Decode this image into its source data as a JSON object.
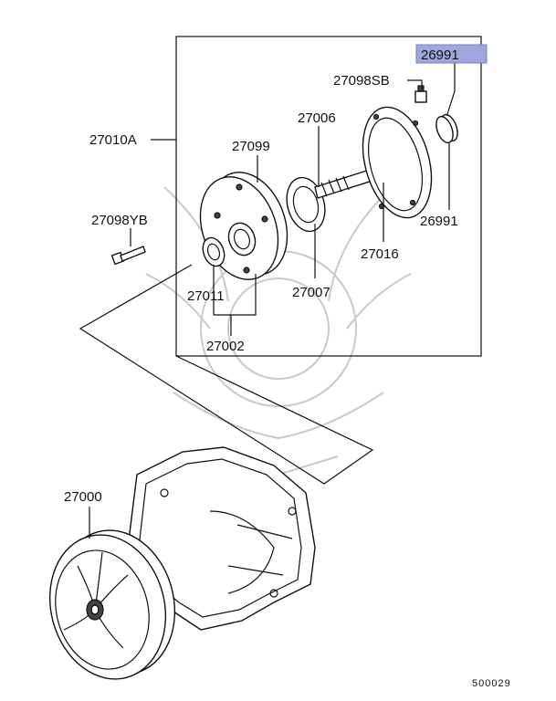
{
  "callouts": {
    "c26991_top": "26991",
    "c27098SB": "27098SB",
    "c27010A": "27010A",
    "c27006": "27006",
    "c27099": "27099",
    "c27098YB": "27098YB",
    "c26991_side": "26991",
    "c27016": "27016",
    "c27011": "27011",
    "c27007": "27007",
    "c27002": "27002",
    "c27000": "27000"
  },
  "figure_number": "500029",
  "highlight_color": "#9fa6dc"
}
